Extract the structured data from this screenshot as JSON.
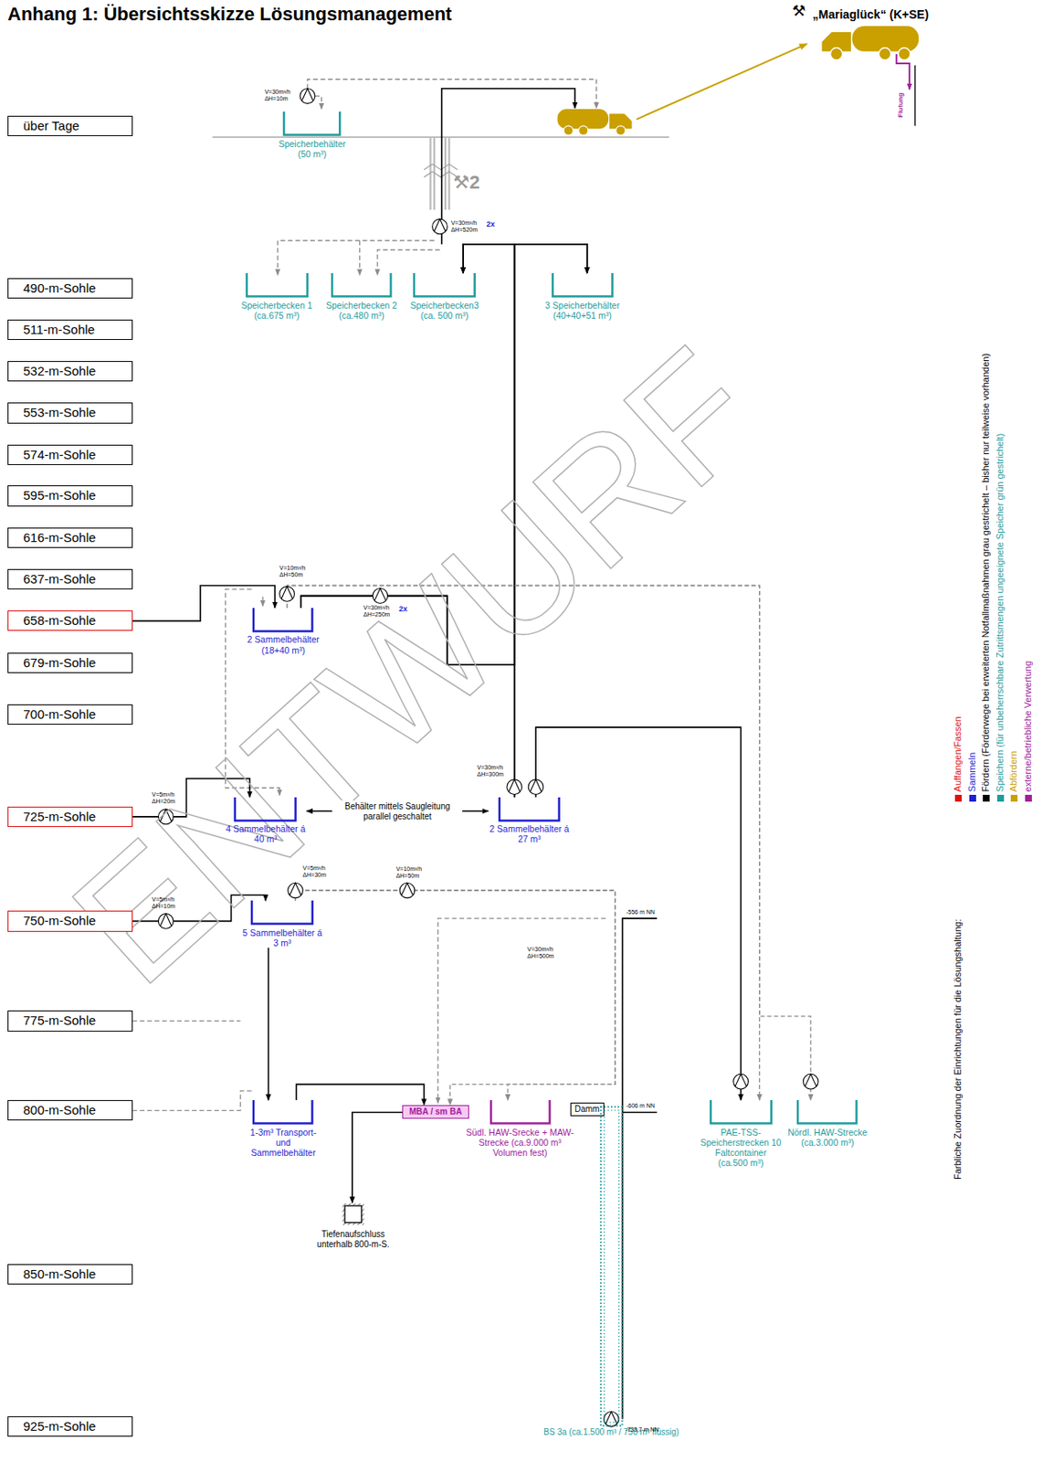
{
  "diagram": {
    "title": "Anhang 1: Übersichtsskizze Lösungsmanagement",
    "nodes": [
      {
        "text": [
          "über Tage"
        ]
      },
      {
        "text": [
          "Speicherbehälter (50 m³)"
        ]
      },
      {
        "text": [
          "490-m-Sohle"
        ]
      },
      {
        "text": [
          "Speicherbecken 1 (ca.675 m³)"
        ]
      },
      {
        "text": [
          "Speicherbecken 2 (ca.480 m³)"
        ]
      },
      {
        "text": [
          "Speicherbecken3 (ca. 500 m³)"
        ]
      },
      {
        "text": [
          "3 Speicherbehälter (40+40+51 m³)"
        ]
      },
      {
        "text": [
          "511-m-Sohle"
        ]
      },
      {
        "text": [
          "532-m-Sohle"
        ]
      },
      {
        "text": [
          "553-m-Sohle"
        ]
      },
      {
        "text": [
          "574-m-Sohle"
        ]
      },
      {
        "text": [
          "595-m-Sohle"
        ]
      },
      {
        "text": [
          "616-m-Sohle"
        ]
      },
      {
        "text": [
          "637-m-Sohle"
        ]
      },
      {
        "text": [
          "658-m-Sohle"
        ]
      },
      {
        "text": [
          "2 Sammelbehälter (18+40 m³)"
        ]
      },
      {
        "text": [
          "679-m-Sohle"
        ]
      },
      {
        "text": [
          "700-m-Sohle"
        ]
      },
      {
        "text": [
          "725-m-Sohle"
        ]
      },
      {
        "text": [
          "4 Sammelbehälter á 40 m³"
        ]
      },
      {
        "text": [
          "2 Sammelbehälter á 27 m³"
        ]
      },
      {
        "text": [
          "750-m-Sohle"
        ]
      },
      {
        "text": [
          "5 Sammelbehälter á 3 m³"
        ]
      },
      {
        "text": [
          "775-m-Sohle"
        ]
      },
      {
        "text": [
          "800-m-Sohle"
        ]
      },
      {
        "text": [
          "1-3m³ Transport- und Sammelbehälter"
        ]
      },
      {
        "text": [
          "MBA / sm BA"
        ]
      },
      {
        "text": [
          "Südl. HAW-Srecke + MAW-Strecke (ca.9.000 m³ Volumen fest)"
        ]
      },
      {
        "text": [
          "Damm"
        ]
      },
      {
        "text": [
          "PAE-TSS-Speicherstrecken 10 Faltcontainer (ca.500 m³)"
        ]
      },
      {
        "text": [
          "Nördl. HAW-Strecke (ca.3.000 m³)"
        ]
      },
      {
        "text": [
          "Tiefenaufschluss unterhalb 800-m-S."
        ]
      },
      {
        "text": [
          "850-m-Sohle"
        ]
      },
      {
        "text": [
          "BS 3a (ca.1.500 m³ / 750 m³ flüssig)"
        ]
      },
      {
        "text": [
          "925-m-Sohle"
        ]
      }
    ],
    "edges": [
      {
        "from": 14,
        "to": 15,
        "arrow": "to"
      },
      {
        "from": 15,
        "to": 5,
        "arrow": "to"
      },
      {
        "from": 15,
        "to": 6,
        "arrow": "to"
      },
      {
        "from": 20,
        "to": 5,
        "arrow": "to"
      },
      {
        "from": 20,
        "to": 6,
        "arrow": "to"
      },
      {
        "from": 18,
        "to": 19,
        "arrow": "to"
      },
      {
        "from": 19,
        "to": 20,
        "label": "Behälter mittels Saugleitung parallel geschaltet",
        "arrow": "both"
      },
      {
        "from": 21,
        "to": 22,
        "arrow": "to"
      },
      {
        "from": 22,
        "to": 25,
        "arrow": "to"
      },
      {
        "from": 25,
        "to": 26,
        "arrow": "to"
      },
      {
        "from": 26,
        "to": 31,
        "arrow": "to"
      },
      {
        "from": 20,
        "to": 29,
        "arrow": "to"
      },
      {
        "from": 15,
        "to": 29,
        "arrow": "to"
      },
      {
        "from": 15,
        "to": 30,
        "arrow": "to"
      },
      {
        "from": 22,
        "to": 26,
        "arrow": "to"
      },
      {
        "from": 22,
        "to": 27,
        "arrow": "to"
      }
    ],
    "labels": [
      "⚒",
      "„Mariaglück“ (K+SE)",
      "Flutung",
      "V=30m³/h ΔH=10m",
      "⚒2",
      "V=30m³/h ΔH=520m",
      "2x",
      "V=10m³/h ΔH=50m",
      "V=30m³/h ΔH=250m",
      "2x",
      "V=5m³/h ΔH=20m",
      "V=30m³/h ΔH=300m",
      "V=5m³/h ΔH=10m",
      "V=5m³/h ΔH=30m",
      "V=10m³/h ΔH=50m",
      "V=30m³/h ΔH=500m",
      "-556 m NN",
      "-606 m NN",
      "-733,7 m NN",
      "Farbliche Zuordnung der Einrichtungen für die Lösungshaltung:",
      "ENTWURF"
    ],
    "legend": [
      {
        "text": "Auffangen/Fassen",
        "color": "#e01010"
      },
      {
        "text": "Sammeln",
        "color": "#1f1fd0"
      },
      {
        "text": "Fördern (Förderwege bei erweiterten Notfallmaßnahmen grau gestrichelt – bisher nur teilweise vorhanden)",
        "color": "#000000"
      },
      {
        "text": "Speichern (für unbeherrschbare Zutrittsmengen ungeeignete Speicher grün gestrichelt)",
        "color": "#1e9c9c"
      },
      {
        "text": "Abfördern",
        "color": "#c9a000"
      },
      {
        "text": "externe/betriebliche Verwertung",
        "color": "#a0209a"
      }
    ]
  }
}
